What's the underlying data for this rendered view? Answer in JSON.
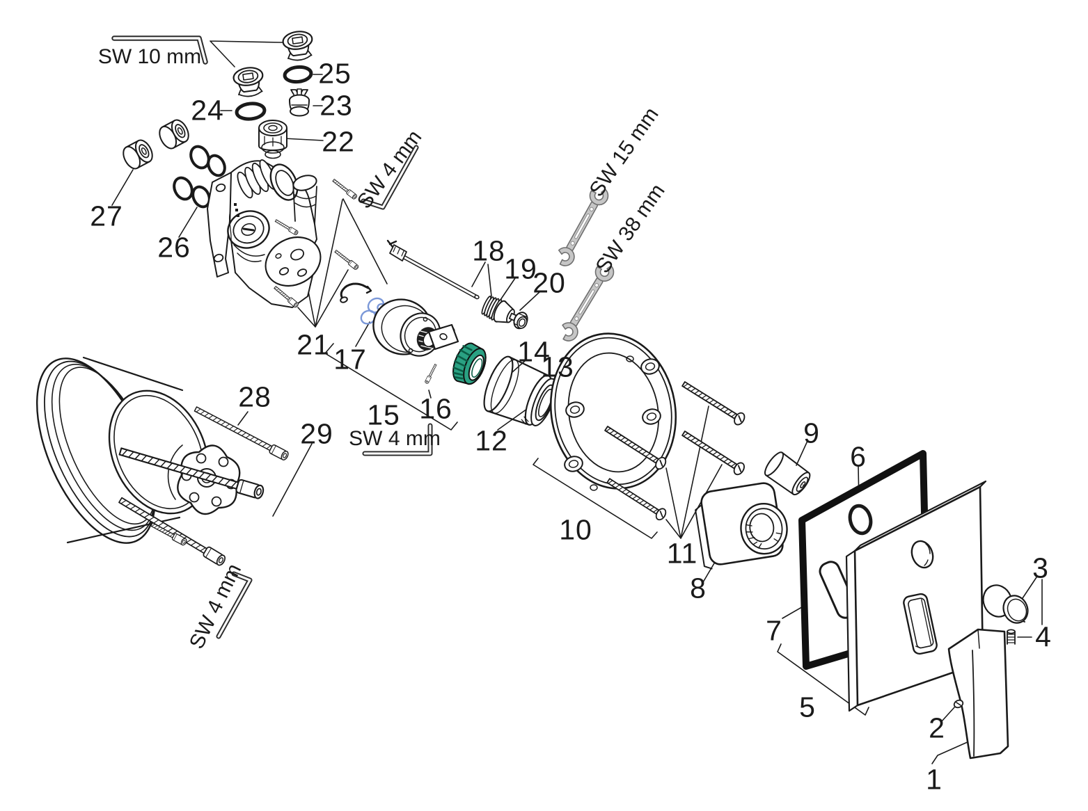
{
  "part_labels": [
    "1",
    "2",
    "3",
    "4",
    "5",
    "6",
    "7",
    "8",
    "9",
    "10",
    "11",
    "12",
    "13",
    "14",
    "15",
    "16",
    "17",
    "18",
    "19",
    "20",
    "21",
    "22",
    "23",
    "24",
    "25",
    "26",
    "27",
    "28",
    "29"
  ],
  "tool_labels": {
    "sw10": "SW 10 mm",
    "sw4_top": "SW 4 mm",
    "sw15": "SW 15 mm",
    "sw38": "SW 38 mm",
    "sw4_mid": "SW 4 mm",
    "sw4_bottom": "SW 4 mm"
  },
  "colors": {
    "line": "#1a1a1a",
    "wrench_fill": "#c6c6c6",
    "wrench_stroke": "#6f6f6f",
    "green": "#2aa183",
    "green_dark": "#0a5c45",
    "blue": "#7b98d8",
    "seal_black": "#111111"
  }
}
